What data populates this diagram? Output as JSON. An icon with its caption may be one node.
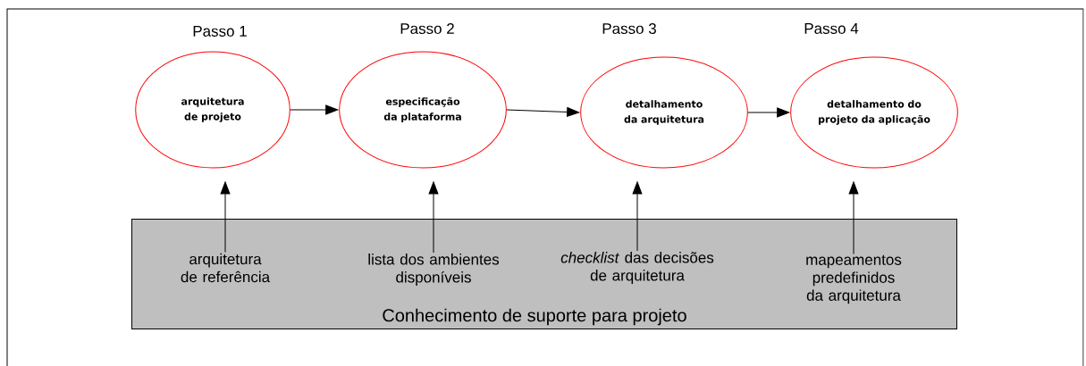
{
  "diagram": {
    "nodes": [
      {
        "text": [
          "Passo 1",
          "arquitetura de projeto"
        ]
      },
      {
        "text": [
          "Passo 2",
          "especificação da plataforma"
        ]
      },
      {
        "text": [
          "Passo 3",
          "detalhamento da arquitetura"
        ]
      },
      {
        "text": [
          "Passo 4",
          "detalhamento do projeto da aplicação"
        ]
      },
      {
        "text": [
          "Conhecimento de suporte para projeto"
        ]
      },
      {
        "text": [
          "arquitetura de referência"
        ],
        "in": 4
      },
      {
        "text": [
          "lista dos ambientes disponíveis"
        ],
        "in": 4
      },
      {
        "text": [
          "*checklist* das decisões de arquitetura"
        ],
        "in": 4
      },
      {
        "text": [
          "mapeamentos predefinidos da arquitetura"
        ],
        "in": 4
      }
    ],
    "edges": [
      {
        "from": 0,
        "to": 1,
        "arrow": "to"
      },
      {
        "from": 1,
        "to": 2,
        "arrow": "to"
      },
      {
        "from": 2,
        "to": 3,
        "arrow": "to"
      },
      {
        "from": 5,
        "to": 0,
        "arrow": "to"
      },
      {
        "from": 6,
        "to": 1,
        "arrow": "to"
      },
      {
        "from": 7,
        "to": 2,
        "arrow": "to"
      },
      {
        "from": 8,
        "to": 3,
        "arrow": "to"
      }
    ]
  }
}
